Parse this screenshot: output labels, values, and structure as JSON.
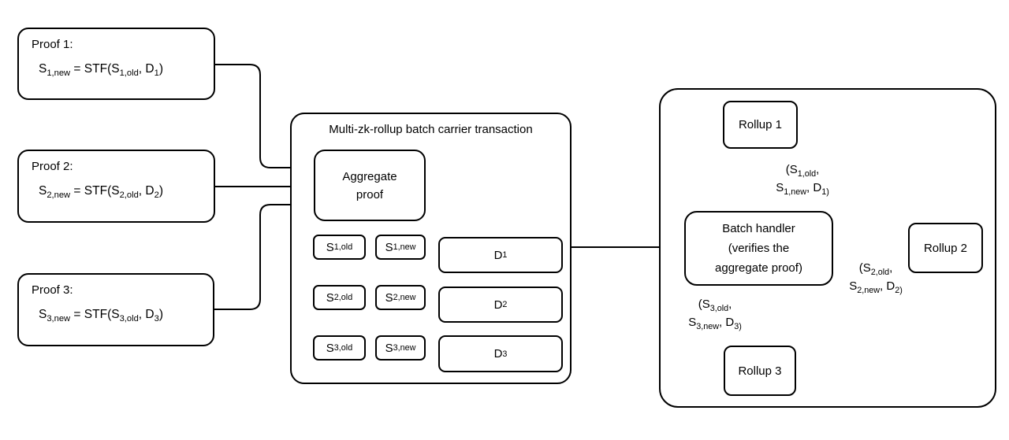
{
  "colors": {
    "stroke": "#000000",
    "text": "#000000",
    "box_fill": "#ffffff",
    "background": "#ffffff"
  },
  "proof_boxes": [
    {
      "title": "Proof 1:",
      "formula": [
        [
          "S",
          0
        ],
        [
          "1,new",
          1
        ],
        [
          " = STF(S",
          0
        ],
        [
          "1,old",
          1
        ],
        [
          ", D",
          0
        ],
        [
          "1",
          1
        ],
        [
          ")",
          0
        ]
      ]
    },
    {
      "title": "Proof 2:",
      "formula": [
        [
          "S",
          0
        ],
        [
          "2,new",
          1
        ],
        [
          " = STF(S",
          0
        ],
        [
          "2,old",
          1
        ],
        [
          ", D",
          0
        ],
        [
          "2",
          1
        ],
        [
          ")",
          0
        ]
      ]
    },
    {
      "title": "Proof 3:",
      "formula": [
        [
          "S",
          0
        ],
        [
          "3,new",
          1
        ],
        [
          " = STF(S",
          0
        ],
        [
          "3,old",
          1
        ],
        [
          ", D",
          0
        ],
        [
          "3",
          1
        ],
        [
          ")",
          0
        ]
      ]
    }
  ],
  "carrier": {
    "title": "Multi-zk-rollup batch carrier transaction",
    "aggregate_lines": [
      "Aggregate",
      "proof"
    ],
    "rows": [
      {
        "s_old": [
          [
            "S",
            0
          ],
          [
            "1,old",
            1
          ]
        ],
        "s_new": [
          [
            "S",
            0
          ],
          [
            "1,new",
            1
          ]
        ],
        "d": [
          [
            "D",
            0
          ],
          [
            "1",
            1
          ]
        ]
      },
      {
        "s_old": [
          [
            "S",
            0
          ],
          [
            "2,old",
            1
          ]
        ],
        "s_new": [
          [
            "S",
            0
          ],
          [
            "2,new",
            1
          ]
        ],
        "d": [
          [
            "D",
            0
          ],
          [
            "2",
            1
          ]
        ]
      },
      {
        "s_old": [
          [
            "S",
            0
          ],
          [
            "3,old",
            1
          ]
        ],
        "s_new": [
          [
            "S",
            0
          ],
          [
            "3,new",
            1
          ]
        ],
        "d": [
          [
            "D",
            0
          ],
          [
            "3",
            1
          ]
        ]
      }
    ]
  },
  "handler_group": {
    "batch_handler_lines": [
      "Batch handler",
      "(verifies the",
      "aggregate proof)"
    ],
    "rollup1": "Rollup 1",
    "rollup2": "Rollup 2",
    "rollup3": "Rollup 3",
    "edge_label_1": {
      "line1": [
        [
          "(S",
          0
        ],
        [
          "1,old",
          1
        ],
        [
          ",",
          0
        ]
      ],
      "line2": [
        [
          "S",
          0
        ],
        [
          "1,new",
          1
        ],
        [
          ", D",
          0
        ],
        [
          "1)",
          1
        ]
      ]
    },
    "edge_label_2": {
      "line1": [
        [
          "(S",
          0
        ],
        [
          "2,old",
          1
        ],
        [
          ",",
          0
        ]
      ],
      "line2": [
        [
          "S",
          0
        ],
        [
          "2,new",
          1
        ],
        [
          ", D",
          0
        ],
        [
          "2)",
          1
        ]
      ]
    },
    "edge_label_3": {
      "line1": [
        [
          "(S",
          0
        ],
        [
          "3,old",
          1
        ],
        [
          ",",
          0
        ]
      ],
      "line2": [
        [
          "S",
          0
        ],
        [
          "3,new",
          1
        ],
        [
          ", D",
          0
        ],
        [
          "3)",
          1
        ]
      ]
    }
  }
}
